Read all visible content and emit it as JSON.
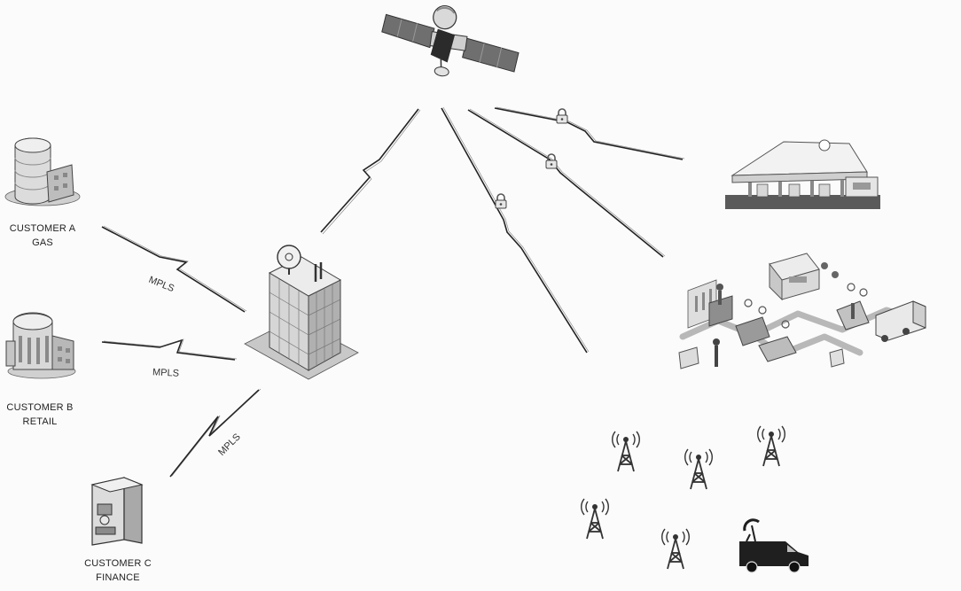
{
  "customers": [
    {
      "line1": "CUSTOMER A",
      "line2": "GAS"
    },
    {
      "line1": "CUSTOMER B",
      "line2": "RETAIL"
    },
    {
      "line1": "CUSTOMER C",
      "line2": "FINANCE"
    }
  ],
  "links": {
    "mpls_label": "MPLS"
  },
  "colors": {
    "line": "#222222",
    "building_face": "#d8d8d8",
    "building_side": "#b5b5b5",
    "building_top": "#efefef",
    "glass": "#9a9a9a"
  },
  "icons": {
    "satellite": "satellite-icon",
    "hub": "hub-building-icon",
    "lock": "lock-icon",
    "gas_station": "gas-station-icon",
    "retail_flow": "retail-logistics-icon",
    "tower": "cell-tower-icon",
    "van": "satellite-van-icon"
  }
}
